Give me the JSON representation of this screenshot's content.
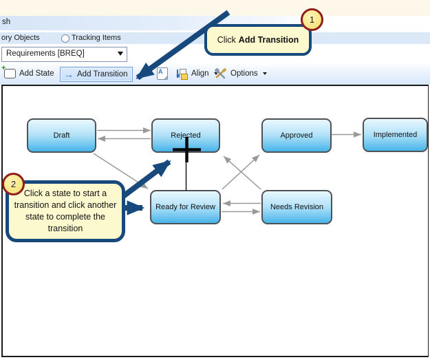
{
  "header": {
    "title_fragment": "sh",
    "radios": {
      "left_label": "ory Objects",
      "right_label": "Tracking Items"
    },
    "type_dropdown": {
      "value": "Requirements [BREQ]"
    }
  },
  "toolbar": {
    "add_state": "Add State",
    "add_transition": "Add Transition",
    "align": "Align",
    "options": "Options"
  },
  "callouts": {
    "one": {
      "number": "1",
      "prefix": "Click",
      "bold": "Add Transition"
    },
    "two": {
      "number": "2",
      "text": "Click a state to start a transition and click another state to complete the transition"
    }
  },
  "diagram": {
    "states": [
      {
        "label": "Draft"
      },
      {
        "label": "Rejected"
      },
      {
        "label": "Approved"
      },
      {
        "label": "Implemented"
      },
      {
        "label": "Ready for Review"
      },
      {
        "label": "Needs Revision"
      }
    ],
    "transitions": [
      {
        "from": "Draft",
        "to": "Rejected"
      },
      {
        "from": "Rejected",
        "to": "Draft"
      },
      {
        "from": "Draft",
        "to": "Ready for Review"
      },
      {
        "from": "Ready for Review",
        "to": "Approved"
      },
      {
        "from": "Needs Revision",
        "to": "Rejected"
      },
      {
        "from": "Needs Revision",
        "to": "Ready for Review"
      },
      {
        "from": "Ready for Review",
        "to": "Needs Revision"
      },
      {
        "from": "Approved",
        "to": "Implemented"
      }
    ]
  },
  "colors": {
    "callout_border": "#17497C",
    "callout_fill": "#FCF9CF",
    "badge_border": "#8F1D1D",
    "badge_fill": "#F8E87D",
    "state_fill_top": "#E8F7FE",
    "state_fill_bottom": "#47B4EA",
    "state_border": "#4F5255",
    "transition_arrow": "#999999"
  }
}
